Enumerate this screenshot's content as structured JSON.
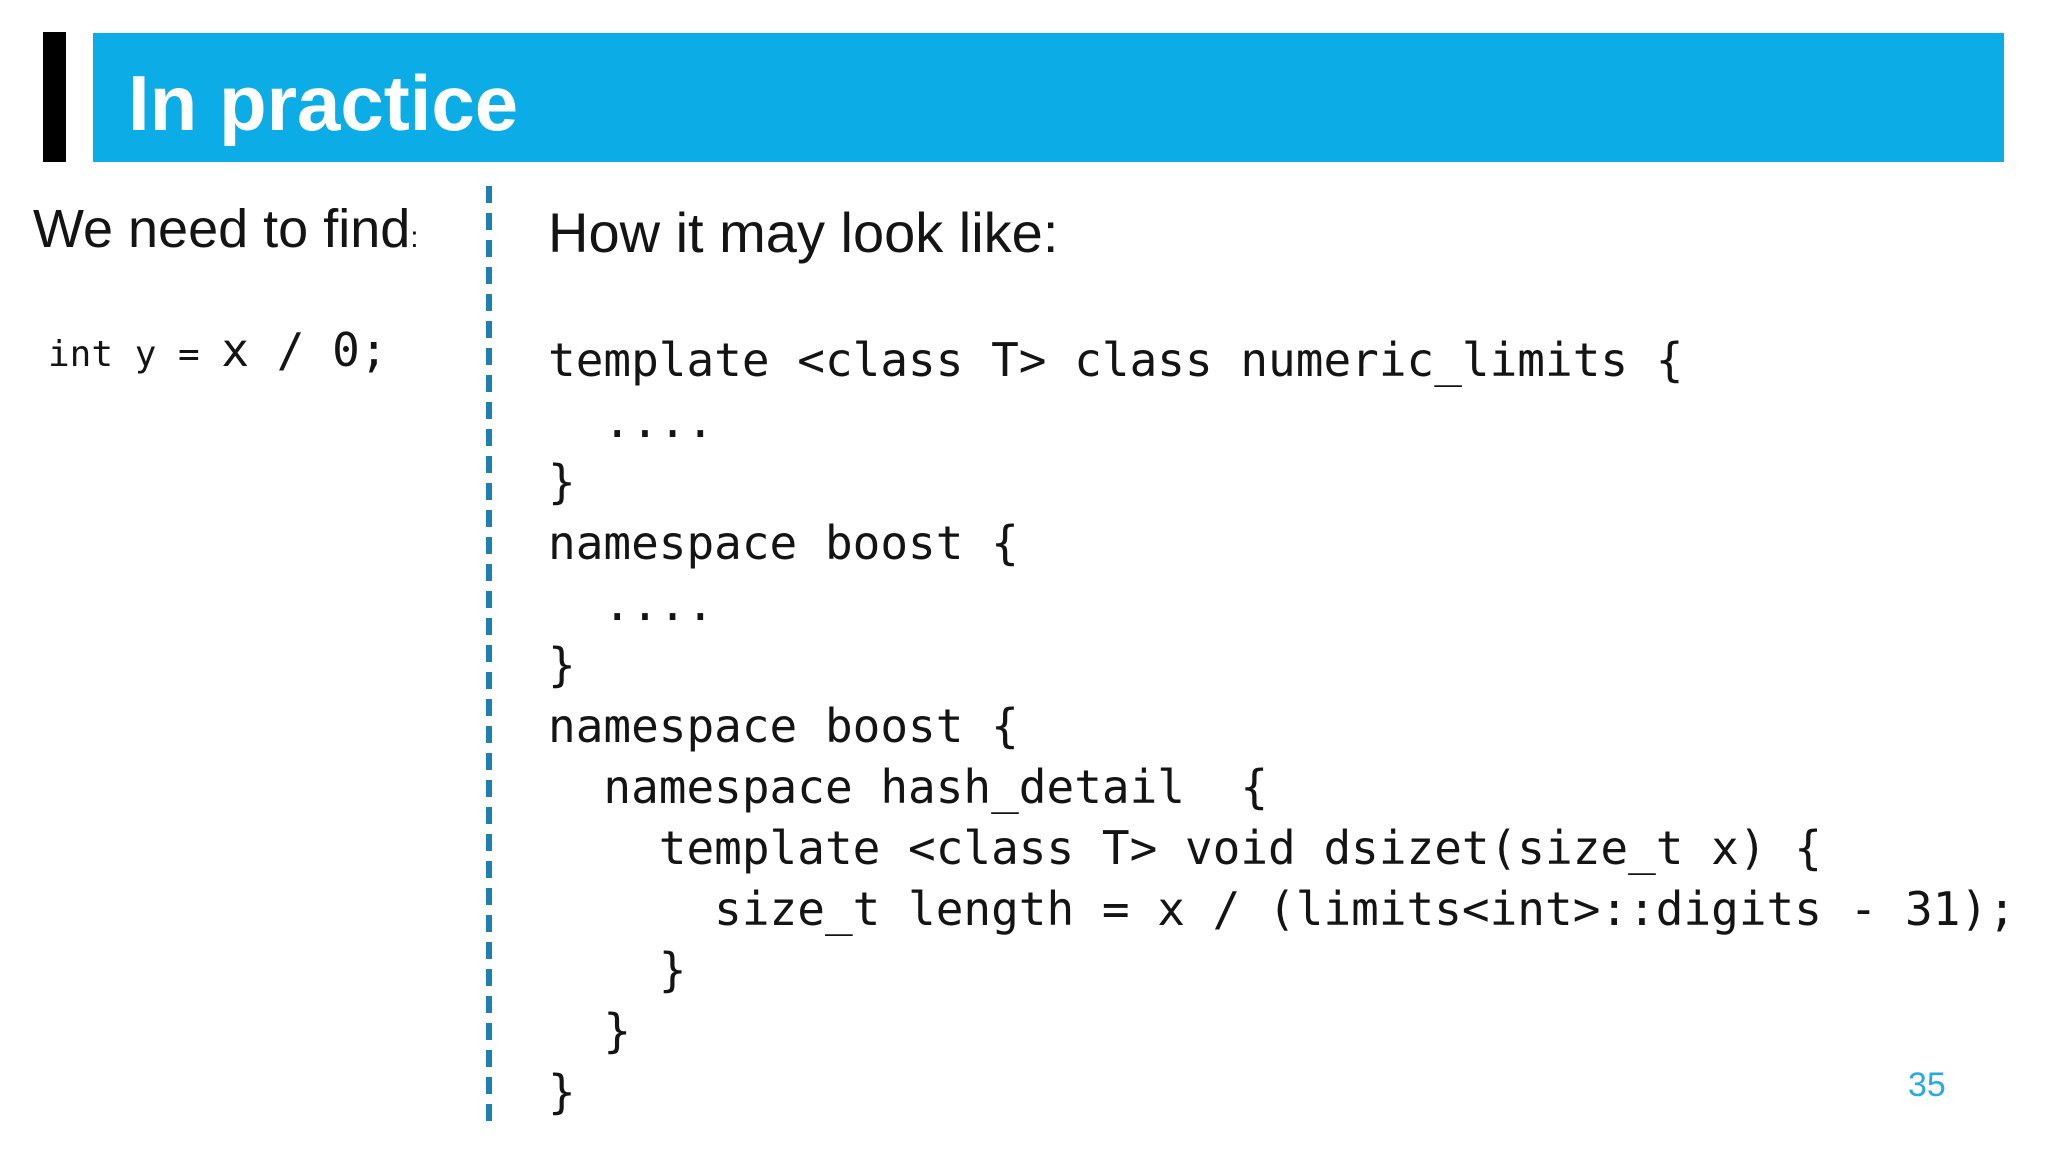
{
  "slide": {
    "title": "In practice",
    "page_number": "35",
    "left_panel": {
      "heading": "We need to find",
      "heading_colon": ":",
      "code_small": "int y = ",
      "code_large": "x / 0;"
    },
    "right_panel": {
      "heading": "How it may look like:",
      "code_lines": [
        "template <class T> class numeric_limits {",
        "  ....",
        "}",
        "namespace boost {",
        "  ....",
        "}",
        "namespace boost {",
        "  namespace hash_detail  {",
        "    template <class T> void dsizet(size_t x) {",
        "      size_t length = x / (limits<int>::digits - 31);",
        "    }",
        "  }",
        "}"
      ]
    },
    "colors": {
      "title_bar": "#0cade6",
      "accent_bar": "#000000",
      "divider": "#1d7fb2",
      "page_number": "#29abe2",
      "text": "#141414"
    }
  }
}
